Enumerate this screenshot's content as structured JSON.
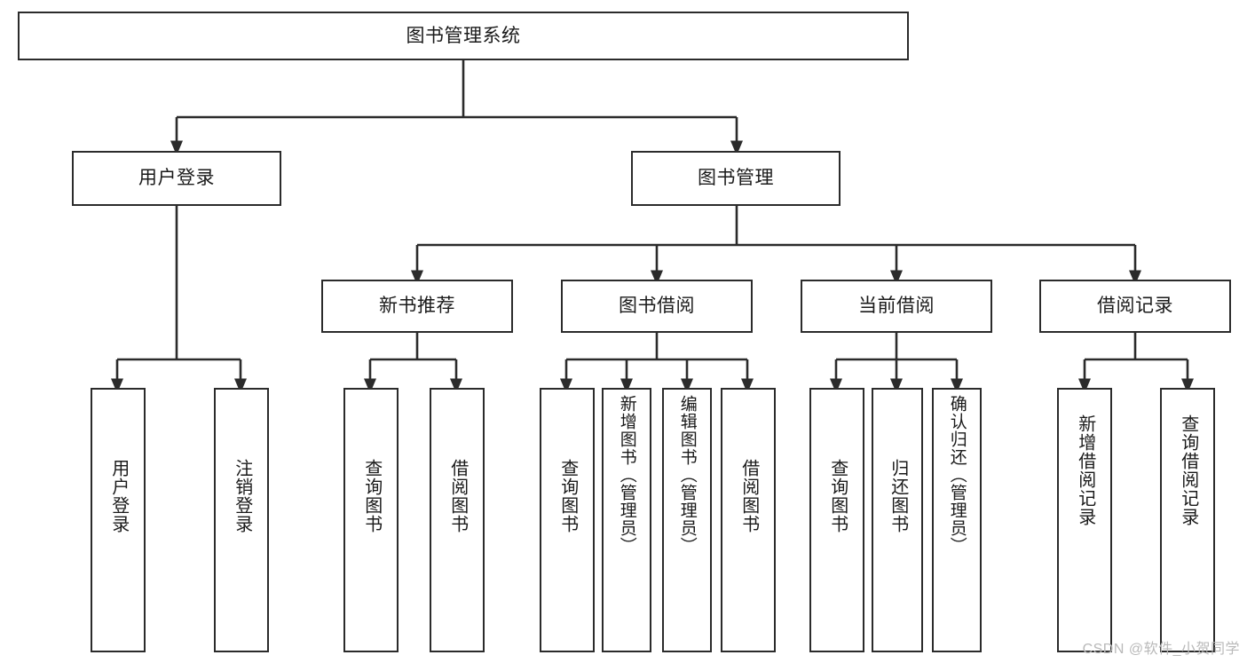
{
  "diagram": {
    "title": "图书管理系统",
    "type": "tree-hierarchy",
    "root": {
      "label": "图书管理系统"
    },
    "level2": [
      {
        "label": "用户登录"
      },
      {
        "label": "图书管理"
      }
    ],
    "level3": [
      {
        "label": "新书推荐"
      },
      {
        "label": "图书借阅"
      },
      {
        "label": "当前借阅"
      },
      {
        "label": "借阅记录"
      }
    ],
    "leaves": [
      {
        "label": "用户登录",
        "parent": "用户登录"
      },
      {
        "label": "注销登录",
        "parent": "用户登录"
      },
      {
        "label": "查询图书",
        "parent": "新书推荐"
      },
      {
        "label": "借阅图书",
        "parent": "新书推荐"
      },
      {
        "label": "查询图书",
        "parent": "图书借阅"
      },
      {
        "label": "新增图书（管理员）",
        "parent": "图书借阅"
      },
      {
        "label": "编辑图书（管理员）",
        "parent": "图书借阅"
      },
      {
        "label": "借阅图书",
        "parent": "图书借阅"
      },
      {
        "label": "查询图书",
        "parent": "当前借阅"
      },
      {
        "label": "归还图书",
        "parent": "当前借阅"
      },
      {
        "label": "确认归还（管理员）",
        "parent": "当前借阅"
      },
      {
        "label": "新增借阅记录",
        "parent": "借阅记录"
      },
      {
        "label": "查询借阅记录",
        "parent": "借阅记录"
      }
    ]
  },
  "watermark": {
    "text": "CSDN @软件_小贺同学"
  },
  "colors": {
    "stroke": "#2b2b2b",
    "fill": "#ffffff",
    "text": "#1a1a1a",
    "watermark": "#b9b9b9"
  }
}
